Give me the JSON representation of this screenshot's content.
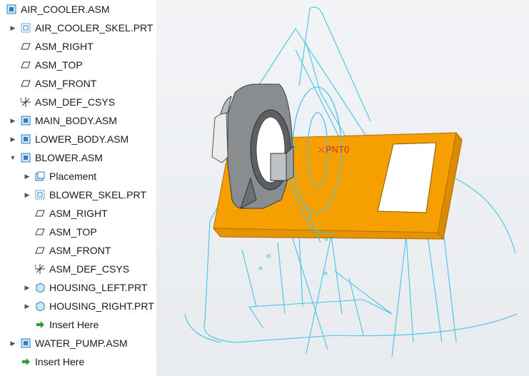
{
  "model_tree": {
    "items": [
      {
        "label": "AIR_COOLER.ASM"
      },
      {
        "label": "AIR_COOLER_SKEL.PRT"
      },
      {
        "label": "ASM_RIGHT"
      },
      {
        "label": "ASM_TOP"
      },
      {
        "label": "ASM_FRONT"
      },
      {
        "label": "ASM_DEF_CSYS"
      },
      {
        "label": "MAIN_BODY.ASM"
      },
      {
        "label": "LOWER_BODY.ASM"
      },
      {
        "label": "BLOWER.ASM"
      },
      {
        "label": "Placement"
      },
      {
        "label": "BLOWER_SKEL.PRT"
      },
      {
        "label": "ASM_RIGHT"
      },
      {
        "label": "ASM_TOP"
      },
      {
        "label": "ASM_FRONT"
      },
      {
        "label": "ASM_DEF_CSYS"
      },
      {
        "label": "HOUSING_LEFT.PRT"
      },
      {
        "label": "HOUSING_RIGHT.PRT"
      },
      {
        "label": "Insert Here"
      },
      {
        "label": "WATER_PUMP.ASM"
      },
      {
        "label": "Insert Here"
      }
    ]
  },
  "viewport": {
    "point_label": "PNT0"
  },
  "colors": {
    "wireframe": "#3fc6e6",
    "part": "#f5a000",
    "part_edge": "#b46e00",
    "housing": "#8a8d90",
    "datum_point": "#e0524a"
  }
}
